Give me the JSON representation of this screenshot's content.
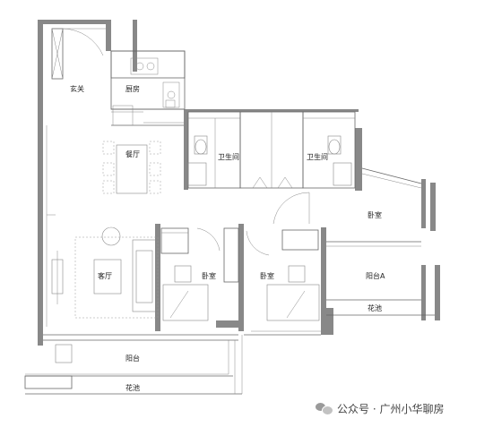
{
  "rooms": {
    "entrance": "玄关",
    "kitchen": "厨房",
    "dining": "餐厅",
    "living": "客厅",
    "bath_left": "卫生间",
    "bath_right": "卫生间",
    "bedroom_main": "卧室",
    "bedroom_left": "卧室",
    "bedroom_mid": "卧室",
    "balcony_a": "阳台A",
    "planter_right": "花池",
    "balcony": "阳台",
    "planter_bottom": "花池"
  },
  "watermark": {
    "text": "公众号 · 广州小华聊房",
    "icon": "wechat-icon"
  },
  "colors": {
    "wall": "#888888",
    "line": "#666666",
    "background": "#ffffff"
  }
}
